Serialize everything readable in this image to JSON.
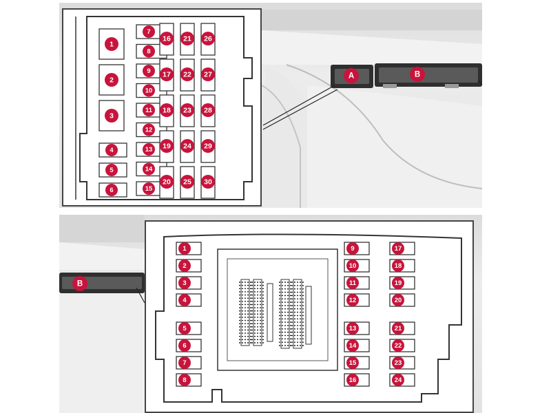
{
  "top_diagram": {
    "connector_labels": {
      "a": "A",
      "b": "B"
    },
    "big_fuses": [
      "1",
      "2",
      "3"
    ],
    "left_small_fuses": [
      "4",
      "5",
      "6"
    ],
    "middle_fuses": [
      "7",
      "8",
      "9",
      "10",
      "11",
      "12",
      "13",
      "14",
      "15"
    ],
    "column_16": [
      "16",
      "17",
      "18",
      "19",
      "20"
    ],
    "column_21": [
      "21",
      "22",
      "23",
      "24",
      "25"
    ],
    "column_26": [
      "26",
      "27",
      "28",
      "29",
      "30"
    ]
  },
  "bottom_diagram": {
    "connector_label": "B",
    "left_column": [
      "1",
      "2",
      "3",
      "4",
      "5",
      "6",
      "7",
      "8"
    ],
    "middle_column": [
      "9",
      "10",
      "11",
      "12",
      "13",
      "14",
      "15",
      "16"
    ],
    "right_column": [
      "17",
      "18",
      "19",
      "20",
      "21",
      "22",
      "23",
      "24"
    ]
  },
  "colors": {
    "badge": "#c8143c",
    "outline": "#333333",
    "panel_background": "#e6e6e6"
  }
}
